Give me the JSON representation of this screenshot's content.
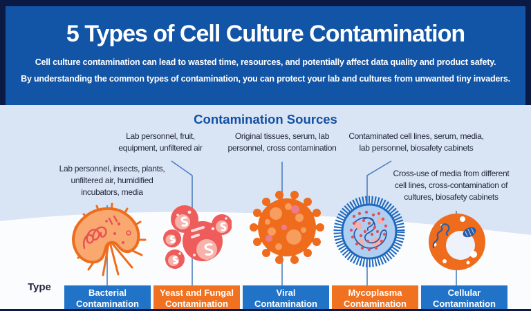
{
  "header": {
    "title": "5 Types of Cell Culture Contamination",
    "subtitle_line1": "Cell culture contamination can lead to wasted time, resources, and potentially affect data quality and product safety.",
    "subtitle_line2": "By understanding the common types of contamination, you can protect your lab and cultures from unwanted tiny invaders."
  },
  "sources": {
    "heading": "Contamination Sources",
    "annotations": [
      {
        "target": "bacterial",
        "text": "Lab personnel, insects, plants,\nunfiltered air, humidified\nincubators, media"
      },
      {
        "target": "yeast-fungal",
        "text": "Lab personnel, fruit,\nequipment, unfiltered air"
      },
      {
        "target": "viral",
        "text": "Original tissues, serum, lab\npersonnel, cross contamination"
      },
      {
        "target": "mycoplasma",
        "text": "Contaminated cell lines, serum, media,\nlab personnel, biosafety cabinets"
      },
      {
        "target": "cellular",
        "text": "Cross-use of media from different\ncell lines, cross-contamination of\ncultures, biosafety cabinets"
      }
    ],
    "icons": [
      "bacteria-icon",
      "yeast-fungal-icon",
      "virus-icon",
      "mycoplasma-icon",
      "cell-icon"
    ]
  },
  "type_row": {
    "label": "Type",
    "types": [
      {
        "name": "Bacterial Contamination",
        "label": "Bacterial\nContamination",
        "color": "#2173c8"
      },
      {
        "name": "Yeast and Fungal Contamination",
        "label": "Yeast and Fungal\nContamination",
        "color": "#f0711f"
      },
      {
        "name": "Viral Contamination",
        "label": "Viral\nContamination",
        "color": "#2173c8"
      },
      {
        "name": "Mycoplasma Contamination",
        "label": "Mycoplasma\nContamination",
        "color": "#f0711f"
      },
      {
        "name": "Cellular Contamination",
        "label": "Cellular\nContamination",
        "color": "#2173c8"
      }
    ]
  },
  "colors": {
    "frame_navy": "#0a1a45",
    "header_blue": "#1254a6",
    "light_blue_bg": "#d9e4f5",
    "hill_white": "#fbfcfe",
    "heading_blue": "#1150a3",
    "text_dark": "#23273a",
    "connector_blue": "#4e7fbe",
    "box_blue": "#2173c8",
    "box_orange": "#f0711f",
    "microbe_orange": "#ef6c1d",
    "microbe_orange_light": "#f9a86f",
    "microbe_red": "#ee5c5c",
    "microbe_pink": "#f7b3aa",
    "microbe_blue": "#1e68bd",
    "microbe_blue_light": "#aecff2",
    "organelle_navy": "#2b5ca8"
  }
}
